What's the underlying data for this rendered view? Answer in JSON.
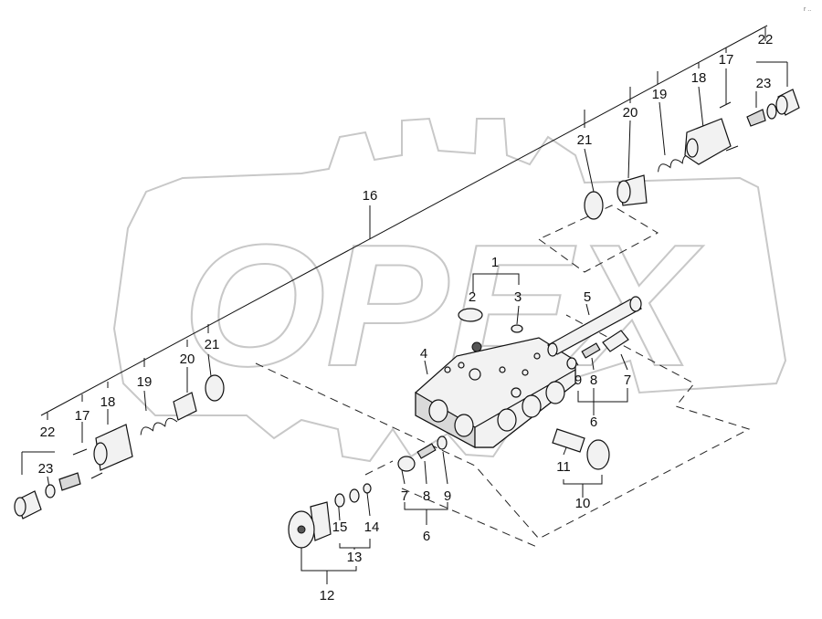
{
  "diagram": {
    "watermark_text": "OPEX",
    "corner_mark": "r ..",
    "callouts": [
      {
        "id": "c1",
        "text": "1"
      },
      {
        "id": "c2",
        "text": "2"
      },
      {
        "id": "c3",
        "text": "3"
      },
      {
        "id": "c4",
        "text": "4"
      },
      {
        "id": "c5",
        "text": "5"
      },
      {
        "id": "c6a",
        "text": "6"
      },
      {
        "id": "c6b",
        "text": "6"
      },
      {
        "id": "c7a",
        "text": "7"
      },
      {
        "id": "c7b",
        "text": "7"
      },
      {
        "id": "c8a",
        "text": "8"
      },
      {
        "id": "c8b",
        "text": "8"
      },
      {
        "id": "c9a",
        "text": "9"
      },
      {
        "id": "c9b",
        "text": "9"
      },
      {
        "id": "c10",
        "text": "10"
      },
      {
        "id": "c11",
        "text": "11"
      },
      {
        "id": "c12",
        "text": "12"
      },
      {
        "id": "c13",
        "text": "13"
      },
      {
        "id": "c14",
        "text": "14"
      },
      {
        "id": "c15",
        "text": "15"
      },
      {
        "id": "c16",
        "text": "16"
      },
      {
        "id": "c17a",
        "text": "17"
      },
      {
        "id": "c17b",
        "text": "17"
      },
      {
        "id": "c18a",
        "text": "18"
      },
      {
        "id": "c18b",
        "text": "18"
      },
      {
        "id": "c19a",
        "text": "19"
      },
      {
        "id": "c19b",
        "text": "19"
      },
      {
        "id": "c20a",
        "text": "20"
      },
      {
        "id": "c20b",
        "text": "20"
      },
      {
        "id": "c21a",
        "text": "21"
      },
      {
        "id": "c21b",
        "text": "21"
      },
      {
        "id": "c22a",
        "text": "22"
      },
      {
        "id": "c22b",
        "text": "22"
      },
      {
        "id": "c23a",
        "text": "23"
      },
      {
        "id": "c23b",
        "text": "23"
      }
    ]
  }
}
